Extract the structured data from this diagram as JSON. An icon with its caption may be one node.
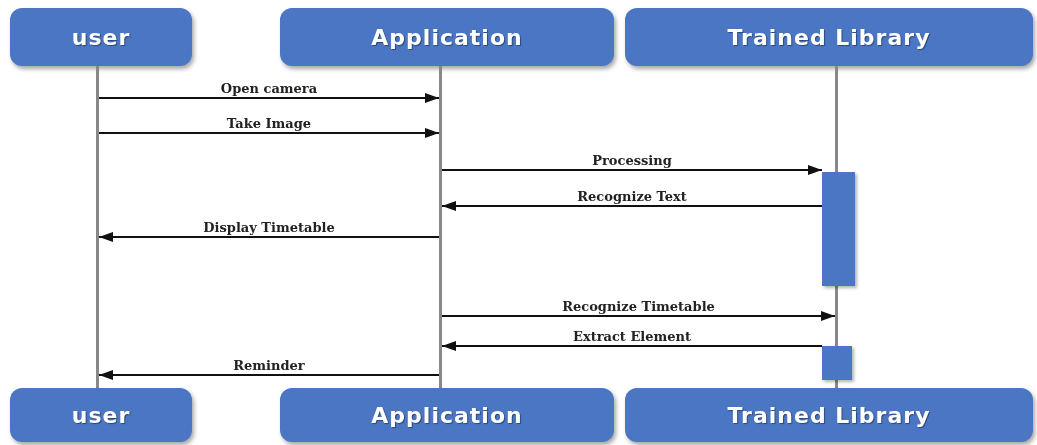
{
  "diagram": {
    "nodes": [
      {
        "text": [
          "user"
        ]
      },
      {
        "text": [
          "Application"
        ]
      },
      {
        "text": [
          "Trained Library"
        ]
      },
      {
        "text": [],
        "shape": "line"
      },
      {
        "text": [],
        "shape": "line"
      },
      {
        "text": [],
        "shape": "line"
      },
      {
        "text": [],
        "shape": "bar"
      },
      {
        "text": [],
        "shape": "bar"
      },
      {
        "text": [
          "user"
        ]
      },
      {
        "text": [
          "Application"
        ]
      },
      {
        "text": [
          "Trained Library"
        ]
      }
    ],
    "edges": [
      {
        "from": 3,
        "to": 4,
        "arrow": "to",
        "label": "Open camera"
      },
      {
        "from": 3,
        "to": 4,
        "arrow": "to",
        "label": "Take Image"
      },
      {
        "from": 4,
        "to": 6,
        "arrow": "to",
        "label": "Processing"
      },
      {
        "from": 6,
        "to": 4,
        "arrow": "to",
        "label": "Recognize Text"
      },
      {
        "from": 4,
        "to": 3,
        "arrow": "to",
        "label": "Display Timetable"
      },
      {
        "from": 4,
        "to": 5,
        "arrow": "to",
        "label": "Recognize Timetable"
      },
      {
        "from": 7,
        "to": 4,
        "arrow": "to",
        "label": "Extract Element"
      },
      {
        "from": 4,
        "to": 3,
        "arrow": "to",
        "label": "Reminder"
      }
    ]
  }
}
